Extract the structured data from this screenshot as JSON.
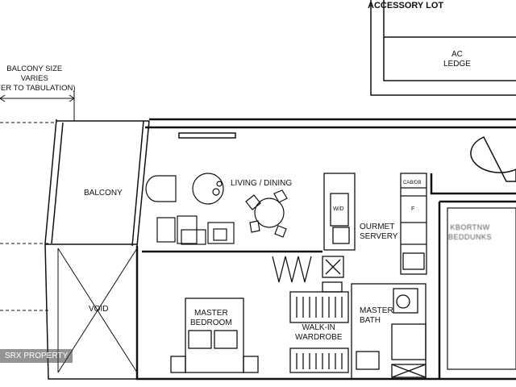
{
  "labels": {
    "accessory_lot": "ACCESSORY LOT",
    "ac_ledge": "AC\nLEDGE",
    "balcony_size": "BALCONY SIZE\nVARIES\n(FER TO TABULATION)",
    "balcony": "BALCONY",
    "void": "VOID",
    "living_dining": "LIVING / DINING",
    "wd": "W/D",
    "gourmet_servery": "OURMET\nSERVERY",
    "cab_db": "CAB/DB",
    "fridge": "F",
    "blurred_room": "KBORTNW\nBEDDUNKS",
    "master_bedroom": "MASTER\nBEDROOM",
    "walk_in_wardrobe": "WALK-IN\nWARDROBE",
    "master_bath": "MASTER\nBATH"
  },
  "watermark": "SRX PROPERTY"
}
